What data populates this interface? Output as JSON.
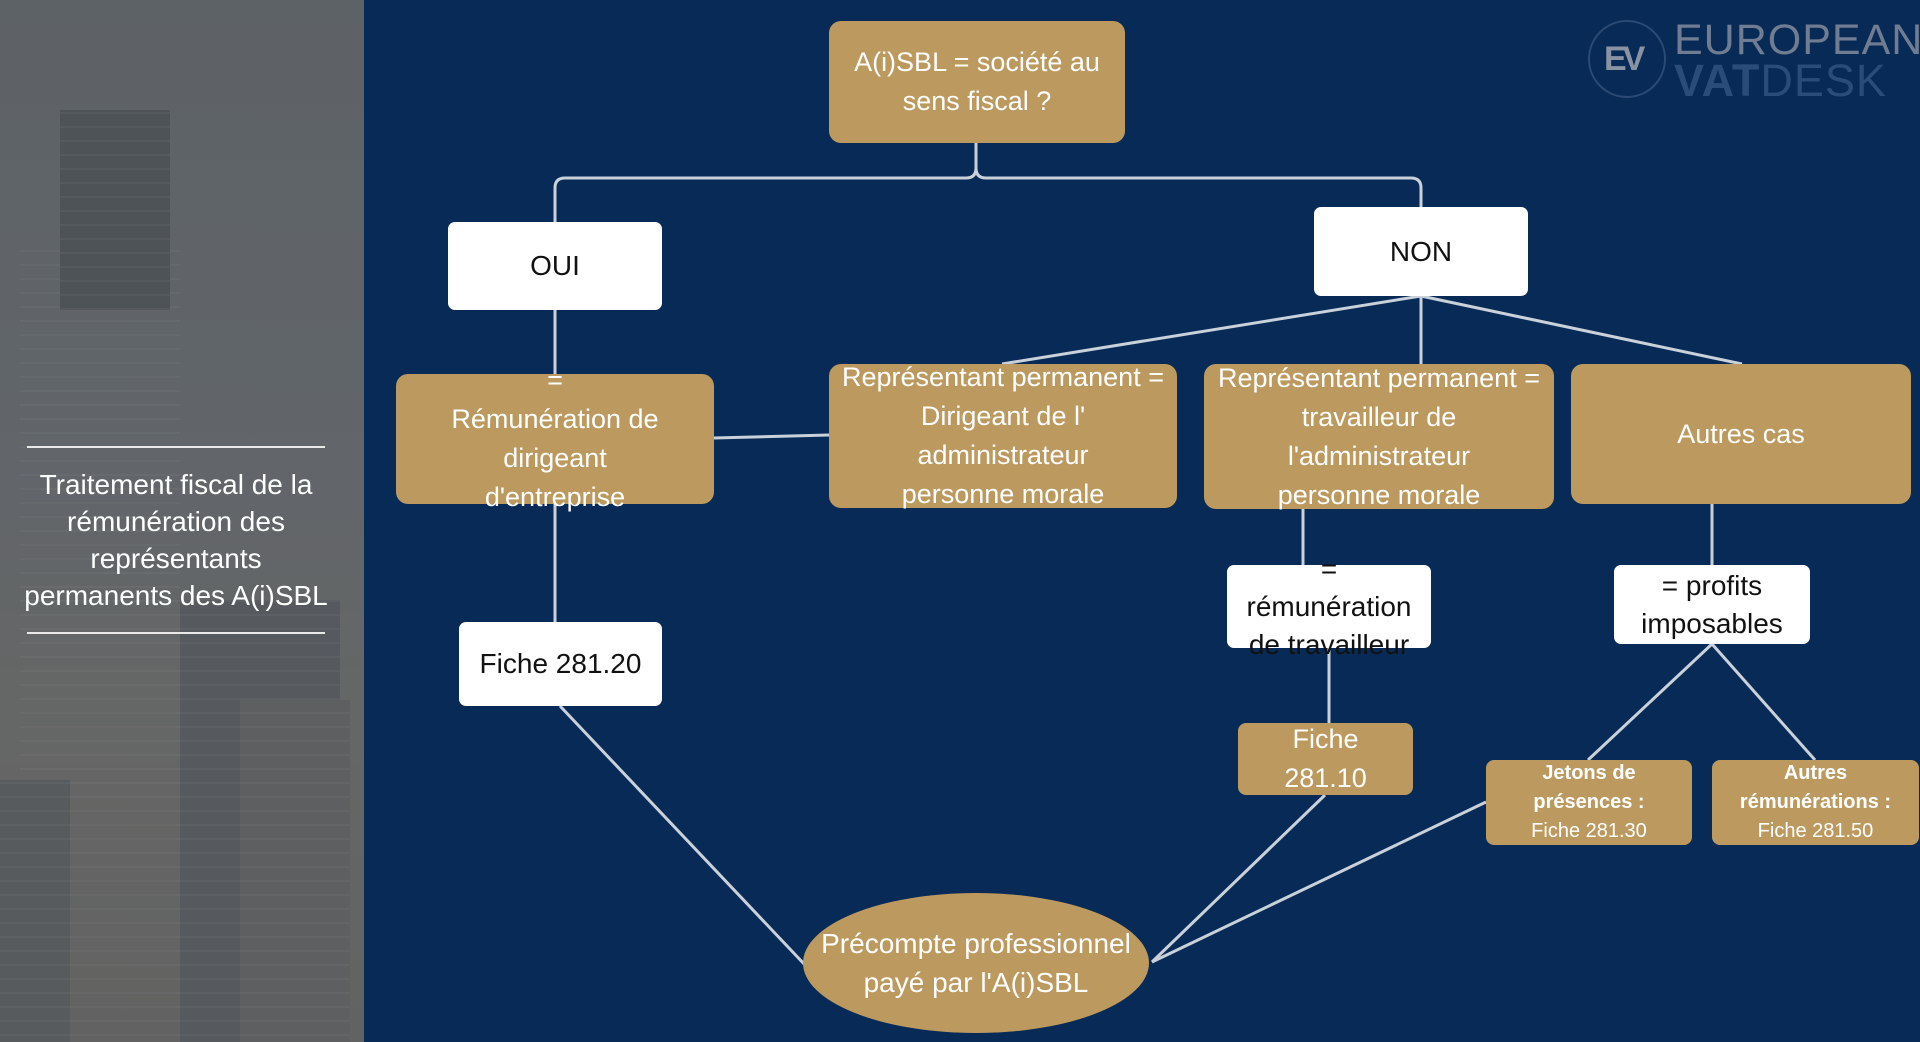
{
  "sidebar": {
    "title_lines": [
      "Traitement fiscal de la",
      "rémunération des",
      "représentants",
      "permanents des A(i)SBL"
    ]
  },
  "logo": {
    "line1": "EUROPEAN",
    "vat": "VAT",
    "desk": "DESK",
    "mark": "EV"
  },
  "colors": {
    "background": "#082a56",
    "gold": "#bc9a5f",
    "connector": "#c9d1db",
    "sidebar": "#5b5f63"
  },
  "nodes": {
    "question": [
      "A(i)SBL = société au",
      "sens fiscal ?"
    ],
    "oui": "OUI",
    "non": "NON",
    "remuneration_dirigeant": [
      "=",
      "Rémunération de dirigeant",
      "d'entreprise"
    ],
    "rp_dirigeant": [
      "Représentant permanent =",
      "Dirigeant de l' administrateur",
      "personne morale"
    ],
    "rp_travailleur": [
      "Représentant permanent =",
      "travailleur de l'administrateur",
      "personne morale"
    ],
    "autres_cas": "Autres cas",
    "fiche_28120": "Fiche 281.20",
    "remuneration_travailleur": [
      "= rémunération",
      "de travailleur"
    ],
    "profits_imposables": [
      "= profits",
      "imposables"
    ],
    "fiche_28110": "Fiche 281.10",
    "jetons": {
      "bold": [
        "Jetons de",
        "présences :"
      ],
      "normal": "Fiche 281.30"
    },
    "autres_remunerations": {
      "bold": [
        "Autres",
        "rémunérations :"
      ],
      "normal": "Fiche 281.50"
    },
    "precompte": [
      "Précompte professionnel",
      "payé par l'A(i)SBL"
    ]
  }
}
